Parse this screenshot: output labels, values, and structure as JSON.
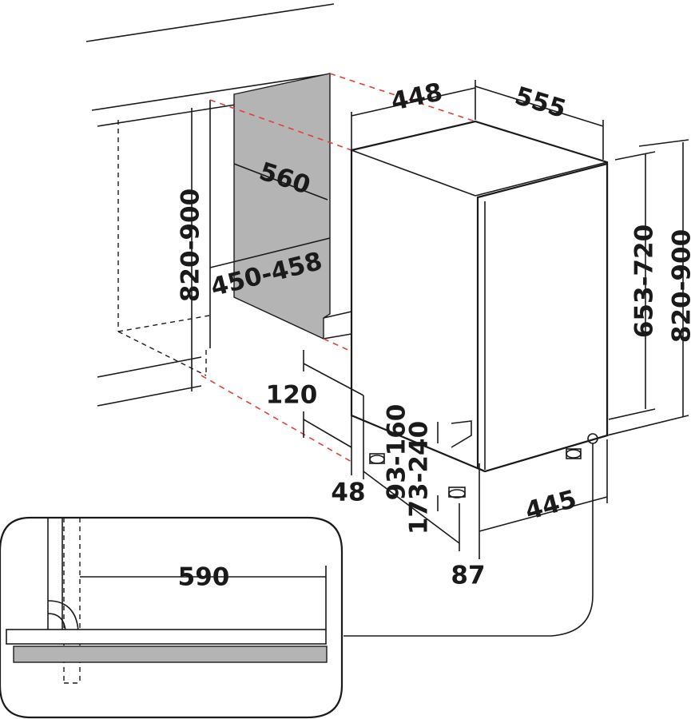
{
  "dimensions": {
    "niche_depth_top": "448",
    "appliance_depth": "555",
    "niche_width_inner": "560",
    "niche_height": "820-900",
    "niche_width_range": "450-458",
    "appliance_body_height": "653-720",
    "appliance_total_height": "820-900",
    "plinth_height": "120",
    "foot_adjust_range": "93-160",
    "foot_offset": "48",
    "plinth_setback_range": "173-240",
    "appliance_width": "445",
    "door_offset": "87",
    "door_swing_clearance": "590"
  },
  "colors": {
    "line": "#1a1a1a",
    "hidden_edge": "#e0403a",
    "cabinet_back": "#b4b4b4"
  }
}
